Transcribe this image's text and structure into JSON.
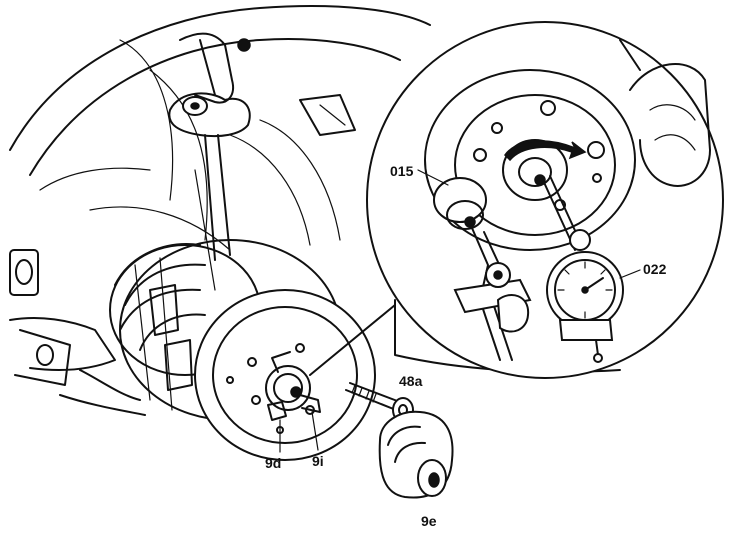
{
  "labels": {
    "tool_015": "015",
    "gauge_022": "022",
    "bolt_48a": "48a",
    "part_9d": "9d",
    "part_9i": "9i",
    "cap_9e": "9e"
  }
}
